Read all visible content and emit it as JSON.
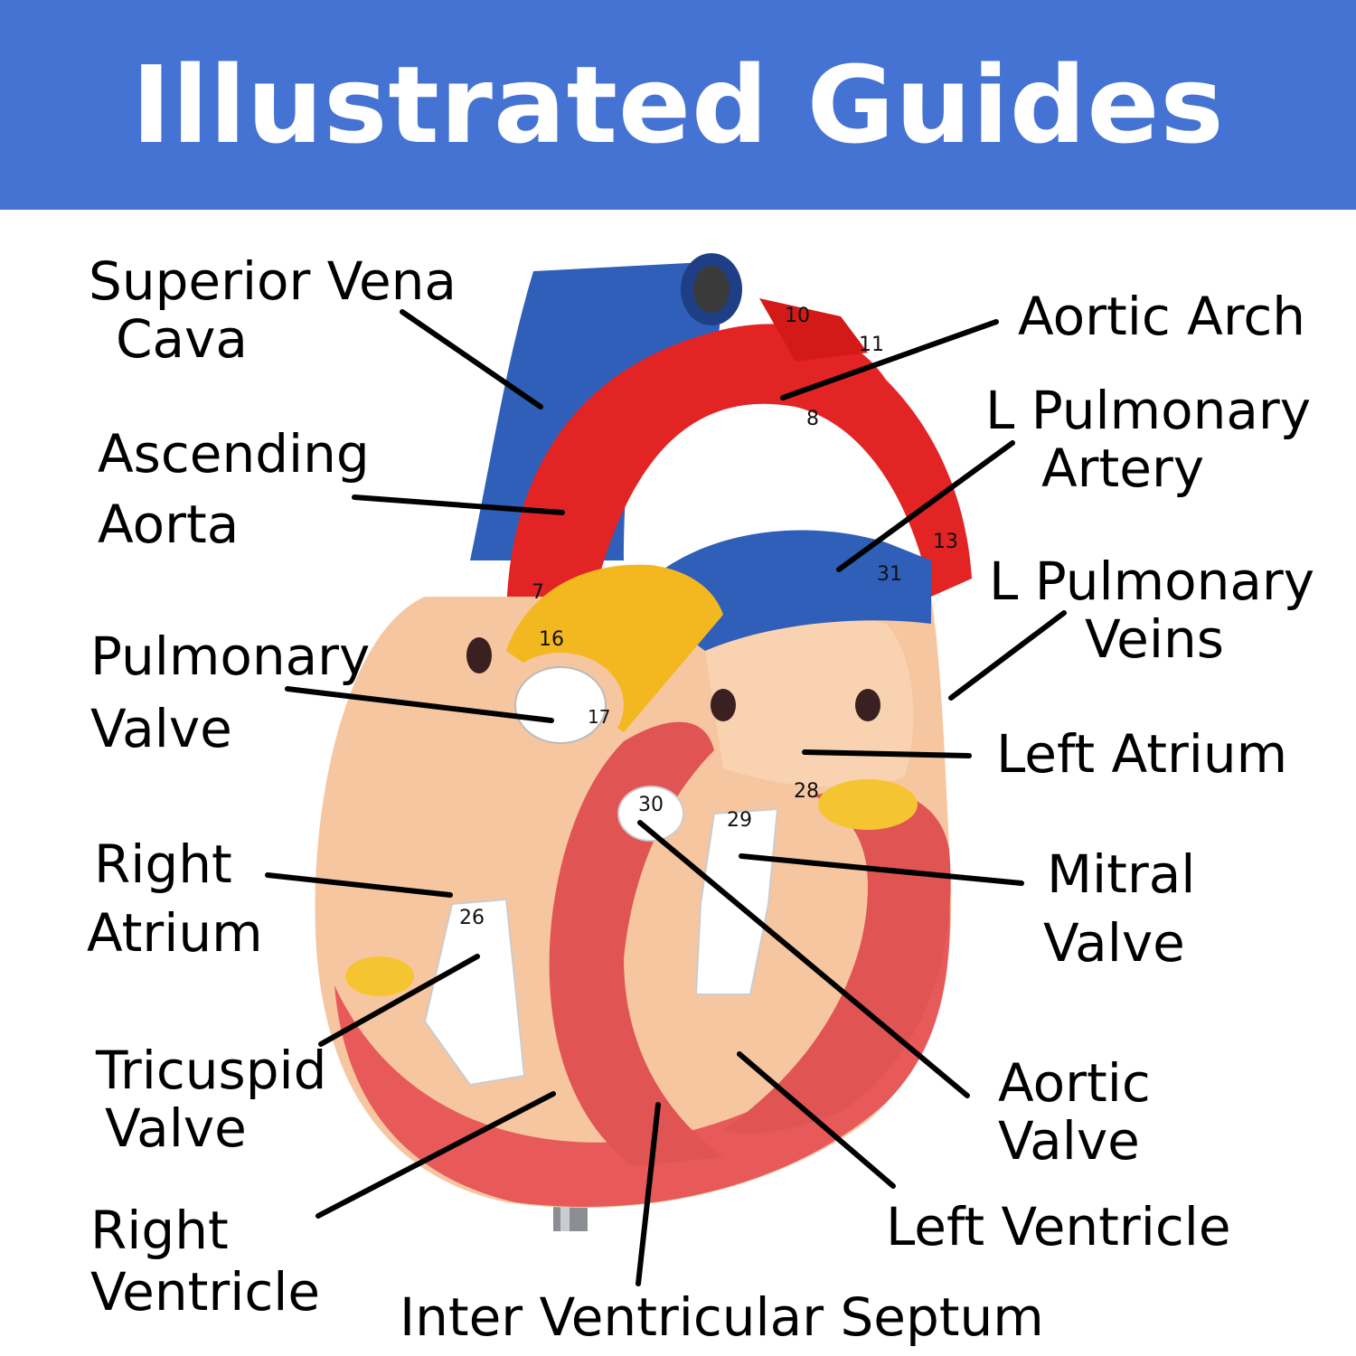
{
  "banner": {
    "title": "Illustrated Guides",
    "color": "#4573d3"
  },
  "model_numbers": [
    "10",
    "11",
    "8",
    "7",
    "31",
    "13",
    "16",
    "17",
    "28",
    "30",
    "29",
    "26"
  ],
  "labels": {
    "superior_vena_cava": {
      "line1": "Superior Vena",
      "line2": "Cava"
    },
    "ascending_aorta": {
      "line1": "Ascending",
      "line2": "Aorta"
    },
    "pulmonary_valve": {
      "line1": "Pulmonary",
      "line2": "Valve"
    },
    "right_atrium": {
      "line1": "Right",
      "line2": "Atrium"
    },
    "tricuspid_valve": {
      "line1": "Tricuspid",
      "line2": "Valve"
    },
    "right_ventricle": {
      "line1": "Right",
      "line2": "Ventricle"
    },
    "aortic_arch": {
      "line1": "Aortic Arch"
    },
    "l_pulmonary_artery": {
      "line1": "L Pulmonary",
      "line2": "Artery"
    },
    "l_pulmonary_veins": {
      "line1": "L Pulmonary",
      "line2": "Veins"
    },
    "left_atrium": {
      "line1": "Left Atrium"
    },
    "mitral_valve": {
      "line1": "Mitral",
      "line2": "Valve"
    },
    "aortic_valve": {
      "line1": "Aortic",
      "line2": "Valve"
    },
    "left_ventricle": {
      "line1": "Left Ventricle"
    },
    "inter_ventricular_septum": {
      "line1": "Inter Ventricular Septum"
    }
  },
  "colors": {
    "vein_blue": "#2f5fb8",
    "artery_red": "#e32424",
    "chamber_peach": "#f6c6a0",
    "muscle_red": "#e26060",
    "valve_white": "#ffffff",
    "fat_yellow": "#f5c531"
  }
}
